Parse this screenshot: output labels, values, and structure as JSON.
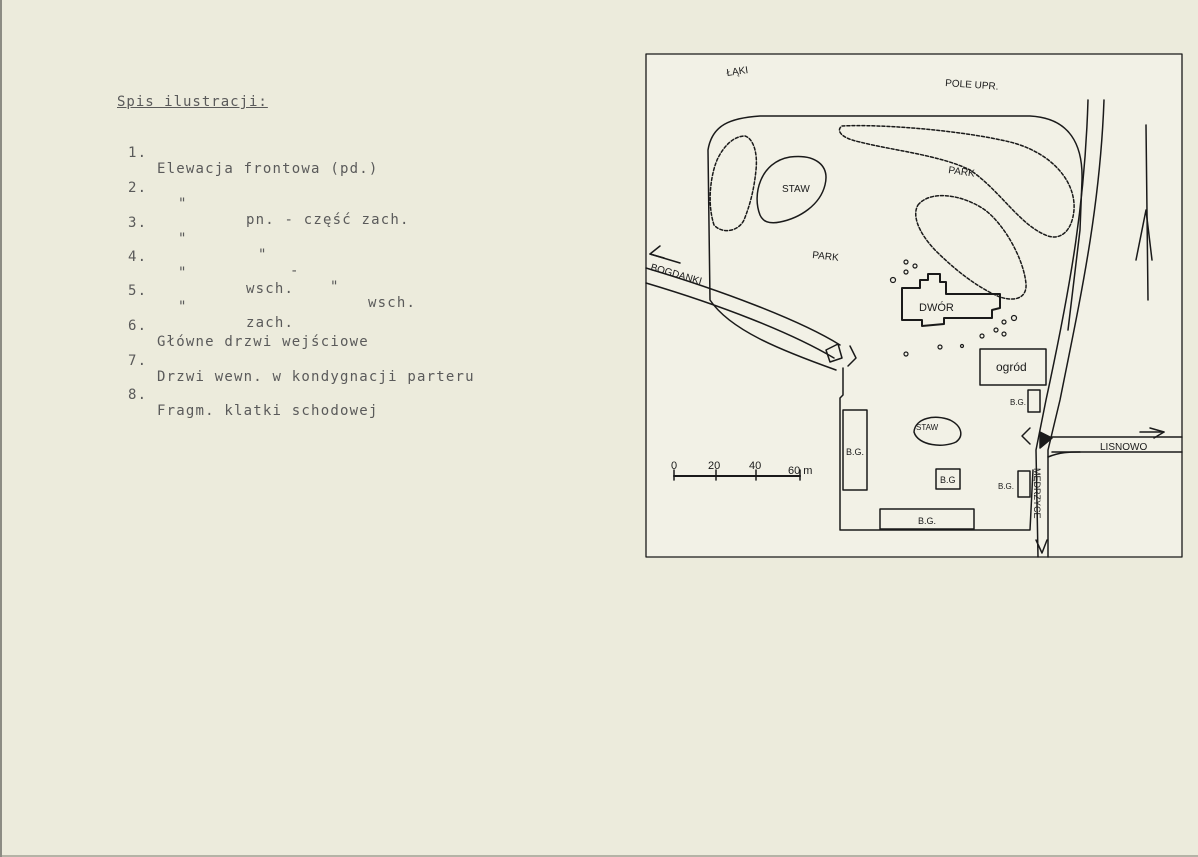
{
  "list": {
    "heading": "Spis ilustracji:",
    "items": [
      {
        "num": "1.",
        "segments": [
          "Elewacja frontowa (pd.)"
        ]
      },
      {
        "num": "2.",
        "segments": [
          "\"",
          "pn. - część zach."
        ]
      },
      {
        "num": "3.",
        "segments": [
          "\"",
          "\"",
          "-",
          "\"",
          "wsch."
        ]
      },
      {
        "num": "4.",
        "segments": [
          "\"",
          "wsch."
        ]
      },
      {
        "num": "5.",
        "segments": [
          "\"",
          "zach."
        ]
      },
      {
        "num": "6.",
        "segments": [
          "Główne drzwi wejściowe"
        ]
      },
      {
        "num": "7.",
        "segments": [
          "Drzwi wewn. w kondygnacji parteru"
        ]
      },
      {
        "num": "8.",
        "segments": [
          "Fragm. klatki schodowej"
        ]
      }
    ]
  },
  "map": {
    "labels": {
      "laki": "ŁĄKI",
      "pole_upr": "POLE UPR.",
      "park_1": "PARK",
      "park_2": "PARK",
      "staw_1": "STAW",
      "staw_2": "STAW",
      "dwor": "DWÓR",
      "ogrod": "ogród",
      "bogdanki": "BOGDANKI",
      "lisnowo": "LISNOWO",
      "medrzyce": "MĘDRZYCE",
      "bg_1": "B.G.",
      "bg_2": "B.G",
      "bg_3": "B.G.",
      "bg_4": "B.G.",
      "bg_5": "B.G."
    },
    "scale": {
      "ticks": [
        "0",
        "20",
        "40",
        "60 m"
      ]
    }
  },
  "colors": {
    "paper": "#ecebdc",
    "ink": "#1a1a1a",
    "typewriter": "#5a5a5a"
  }
}
